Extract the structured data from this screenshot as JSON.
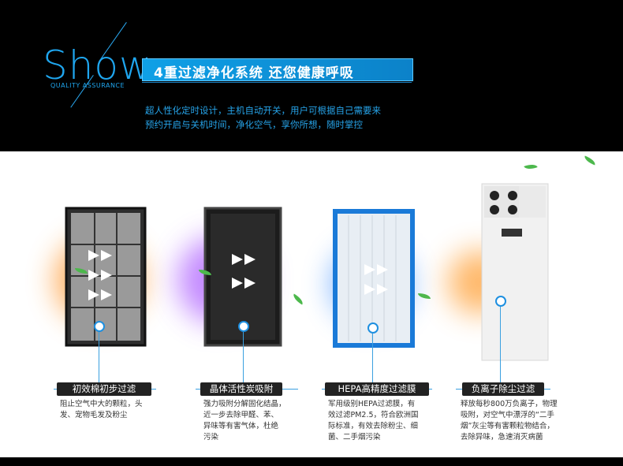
{
  "header": {
    "show_word": "Show",
    "quality_label": "QUALITY ASSURANCE",
    "banner_title": "4重过滤净化系统  还您健康呼吸",
    "desc_lines": [
      "超人性化定时设计，主机自动开关，用户可根据自己需要来",
      "预约开启与关机时间，净化空气，享你所想，随时掌控"
    ]
  },
  "filters": [
    {
      "title": "初效棉初步过滤",
      "desc": [
        "阻止空气中大的颗粒，头",
        "发、宠物毛发及粉尘"
      ],
      "glow": "#ff8c1a"
    },
    {
      "title": "晶体活性炭吸附",
      "desc": [
        "强力吸附分解固化结晶，",
        "近一步去除甲醛、苯、",
        "异味等有害气体，杜绝",
        "污染"
      ],
      "glow": "#9b3bff"
    },
    {
      "title": "HEPA高精度过滤膜",
      "desc": [
        "军用级别HEPA过滤膜，有",
        "效过滤PM2.5，符合欧洲国",
        "际标准，有效去除粉尘、细",
        "菌、二手烟污染"
      ],
      "glow": "#1e7cff"
    },
    {
      "title": "负离子除尘过滤",
      "desc": [
        "释放每秒800万负离子，物理",
        "吸附，对空气中漂浮的“二手",
        "烟”灰尘等有害颗粒物结合，",
        "去除异味，急速消灭病菌"
      ],
      "glow": "#ff9a2a"
    }
  ]
}
